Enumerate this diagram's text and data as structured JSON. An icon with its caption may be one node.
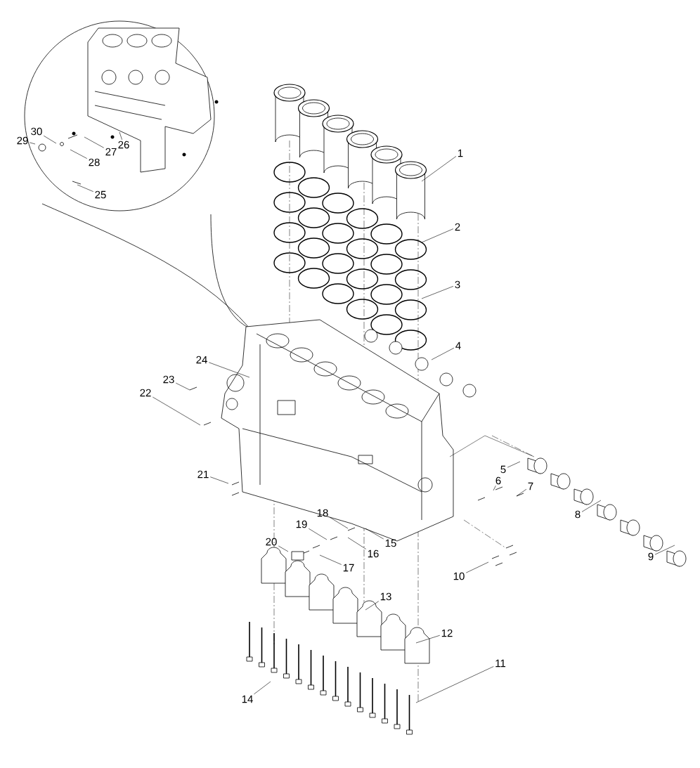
{
  "diagram": {
    "nodes": [
      {
        "text": [
          "1"
        ]
      },
      {
        "text": [
          "2"
        ]
      },
      {
        "text": [
          "3"
        ]
      },
      {
        "text": [
          "4"
        ]
      },
      {
        "text": [
          "5"
        ]
      },
      {
        "text": [
          "6"
        ]
      },
      {
        "text": [
          "7"
        ]
      },
      {
        "text": [
          "8"
        ]
      },
      {
        "text": [
          "9"
        ]
      },
      {
        "text": [
          "10"
        ]
      },
      {
        "text": [
          "11"
        ]
      },
      {
        "text": [
          "12"
        ]
      },
      {
        "text": [
          "13"
        ]
      },
      {
        "text": [
          "14"
        ]
      },
      {
        "text": [
          "15"
        ]
      },
      {
        "text": [
          "16"
        ]
      },
      {
        "text": [
          "17"
        ]
      },
      {
        "text": [
          "18"
        ]
      },
      {
        "text": [
          "19"
        ]
      },
      {
        "text": [
          "20"
        ]
      },
      {
        "text": [
          "21"
        ]
      },
      {
        "text": [
          "22"
        ]
      },
      {
        "text": [
          "23"
        ]
      },
      {
        "text": [
          "24"
        ]
      },
      {
        "text": [
          "25"
        ]
      },
      {
        "text": [
          "26"
        ]
      },
      {
        "text": [
          "27"
        ]
      },
      {
        "text": [
          "28"
        ]
      },
      {
        "text": [
          "29"
        ]
      },
      {
        "text": [
          "30"
        ]
      }
    ],
    "edges": [
      {
        "from": 0,
        "to": null,
        "arrow": "none"
      },
      {
        "from": 1,
        "to": null,
        "arrow": "none"
      },
      {
        "from": 2,
        "to": null,
        "arrow": "none"
      },
      {
        "from": 3,
        "to": null,
        "arrow": "none"
      },
      {
        "from": 4,
        "to": null,
        "arrow": "none"
      },
      {
        "from": 5,
        "to": null,
        "arrow": "none"
      },
      {
        "from": 6,
        "to": null,
        "arrow": "none"
      },
      {
        "from": 7,
        "to": null,
        "arrow": "none"
      },
      {
        "from": 8,
        "to": null,
        "arrow": "none"
      },
      {
        "from": 9,
        "to": null,
        "arrow": "none"
      },
      {
        "from": 10,
        "to": null,
        "arrow": "none"
      },
      {
        "from": 11,
        "to": null,
        "arrow": "none"
      },
      {
        "from": 12,
        "to": null,
        "arrow": "none"
      },
      {
        "from": 13,
        "to": null,
        "arrow": "none"
      },
      {
        "from": 14,
        "to": null,
        "arrow": "none"
      },
      {
        "from": 15,
        "to": null,
        "arrow": "none"
      },
      {
        "from": 16,
        "to": null,
        "arrow": "none"
      },
      {
        "from": 17,
        "to": null,
        "arrow": "none"
      },
      {
        "from": 18,
        "to": null,
        "arrow": "none"
      },
      {
        "from": 19,
        "to": null,
        "arrow": "none"
      },
      {
        "from": 20,
        "to": null,
        "arrow": "none"
      },
      {
        "from": 21,
        "to": null,
        "arrow": "none"
      },
      {
        "from": 22,
        "to": null,
        "arrow": "none"
      },
      {
        "from": 23,
        "to": null,
        "arrow": "none"
      },
      {
        "from": 24,
        "to": null,
        "arrow": "none"
      },
      {
        "from": 25,
        "to": null,
        "arrow": "none"
      },
      {
        "from": 26,
        "to": null,
        "arrow": "none"
      },
      {
        "from": 27,
        "to": null,
        "arrow": "none"
      },
      {
        "from": 28,
        "to": null,
        "arrow": "none"
      },
      {
        "from": 29,
        "to": null,
        "arrow": "none"
      }
    ]
  }
}
